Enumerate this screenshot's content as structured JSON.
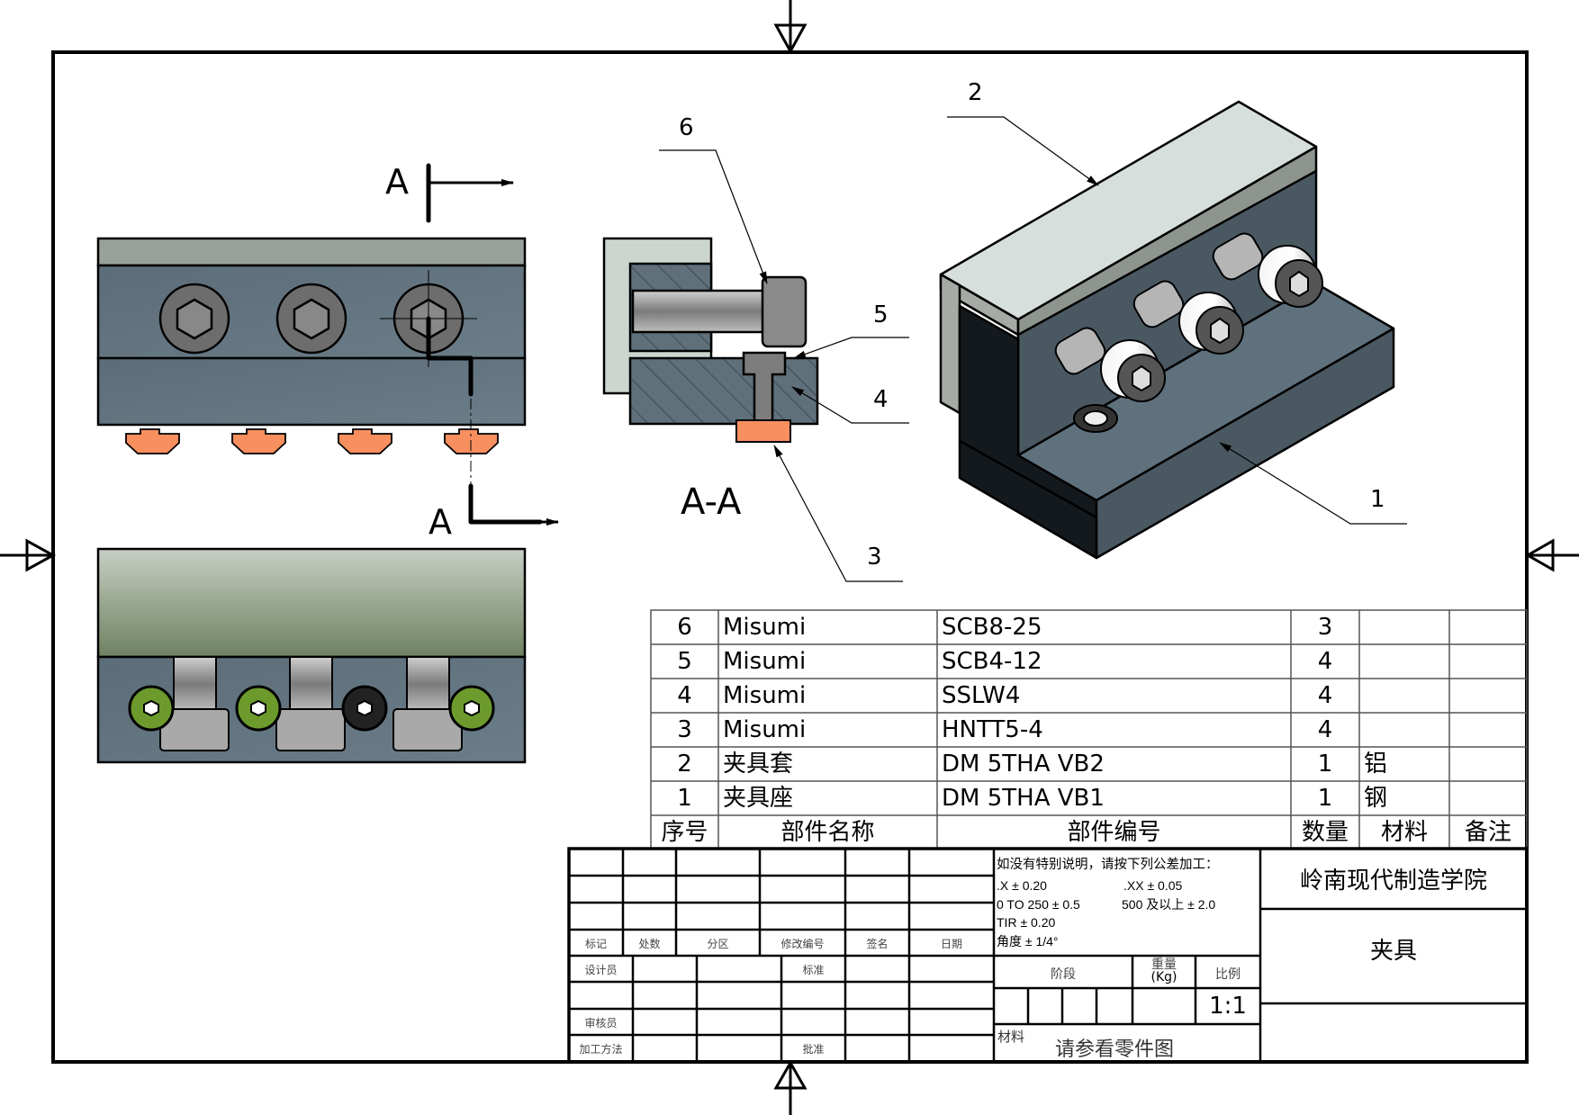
{
  "views": {
    "section_marker_top": "A",
    "section_marker_bottom": "A",
    "section_view_label": "A-A",
    "balloons": [
      {
        "id": "balloon-1",
        "text": "1"
      },
      {
        "id": "balloon-2",
        "text": "2"
      },
      {
        "id": "balloon-3",
        "text": "3"
      },
      {
        "id": "balloon-4",
        "text": "4"
      },
      {
        "id": "balloon-5",
        "text": "5"
      },
      {
        "id": "balloon-6",
        "text": "6"
      }
    ]
  },
  "bom": {
    "headers": {
      "index": "序号",
      "name": "部件名称",
      "part_no": "部件编号",
      "qty": "数量",
      "material": "材料",
      "remark": "备注"
    },
    "rows": [
      {
        "index": "6",
        "name": "Misumi",
        "part_no": "SCB8-25",
        "qty": "3",
        "material": "",
        "remark": ""
      },
      {
        "index": "5",
        "name": "Misumi",
        "part_no": "SCB4-12",
        "qty": "4",
        "material": "",
        "remark": ""
      },
      {
        "index": "4",
        "name": "Misumi",
        "part_no": "SSLW4",
        "qty": "4",
        "material": "",
        "remark": ""
      },
      {
        "index": "3",
        "name": "Misumi",
        "part_no": "HNTT5-4",
        "qty": "4",
        "material": "",
        "remark": ""
      },
      {
        "index": "2",
        "name": "夹具套",
        "part_no": "DM 5THA VB2",
        "qty": "1",
        "material": "铝",
        "remark": ""
      },
      {
        "index": "1",
        "name": "夹具座",
        "part_no": "DM 5THA VB1",
        "qty": "1",
        "material": "钢",
        "remark": ""
      }
    ]
  },
  "title_block": {
    "revision_headers": [
      "标记",
      "处数",
      "分区",
      "修改编号",
      "签名",
      "日期"
    ],
    "designer": "设计员",
    "standardization": "标准",
    "reviewer": "审核员",
    "process": "加工方法",
    "approval": "批准",
    "tolerance": {
      "heading": "如没有特别说明，请按下列公差加工：",
      "x1": ".X ± 0.20",
      "x2": ".XX ± 0.05",
      "range1": "0 TO 250 ± 0.5",
      "range2": "500 及以上 ± 2.0",
      "tir": "TIR ± 0.20",
      "angle": "角度 ± 1/4°"
    },
    "stage_label": "阶段",
    "weight_label": "重量",
    "weight_unit": "(Kg)",
    "scale_label": "比例",
    "scale_value": "1:1",
    "material_label": "材料",
    "material_value": "请参看零件图",
    "organization": "岭南现代制造学院",
    "drawing_title": "夹具"
  }
}
